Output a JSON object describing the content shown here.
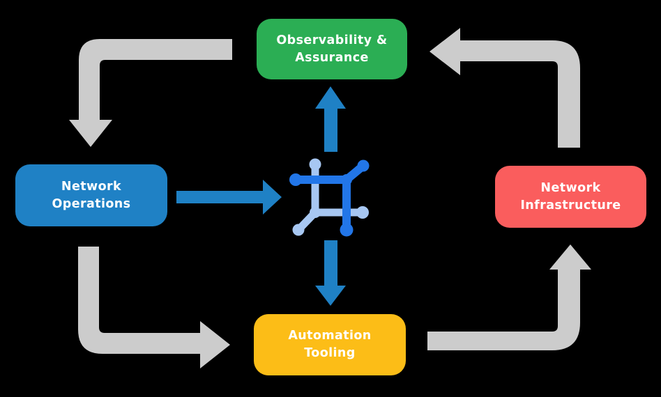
{
  "diagram": {
    "title": "network operations automation cycle",
    "background_color": "#000000",
    "nodes": {
      "observability": {
        "label": "Observability &\nAssurance",
        "color": "#2bae54",
        "text_color": "#ffffff"
      },
      "operations": {
        "label": "Network\nOperations",
        "color": "#1f81c5",
        "text_color": "#ffffff"
      },
      "infrastructure": {
        "label": "Network\nInfrastructure",
        "color": "#fa5d5d",
        "text_color": "#ffffff"
      },
      "automation": {
        "label": "Automation\nTooling",
        "color": "#fcbd17",
        "text_color": "#ffffff"
      }
    },
    "center_icon": "network-automation-platform-icon",
    "colors": {
      "cycle_arrow": "#cccccc",
      "flow_arrow": "#1f81c5",
      "icon_dark_blue": "#2276e8",
      "icon_light_blue": "#a7c7f2"
    },
    "cycle_arrows": [
      "observability-to-operations",
      "operations-to-automation",
      "automation-to-infrastructure",
      "infrastructure-to-observability"
    ],
    "flow_arrows": [
      "operations-to-center",
      "center-to-observability",
      "center-to-automation"
    ]
  }
}
